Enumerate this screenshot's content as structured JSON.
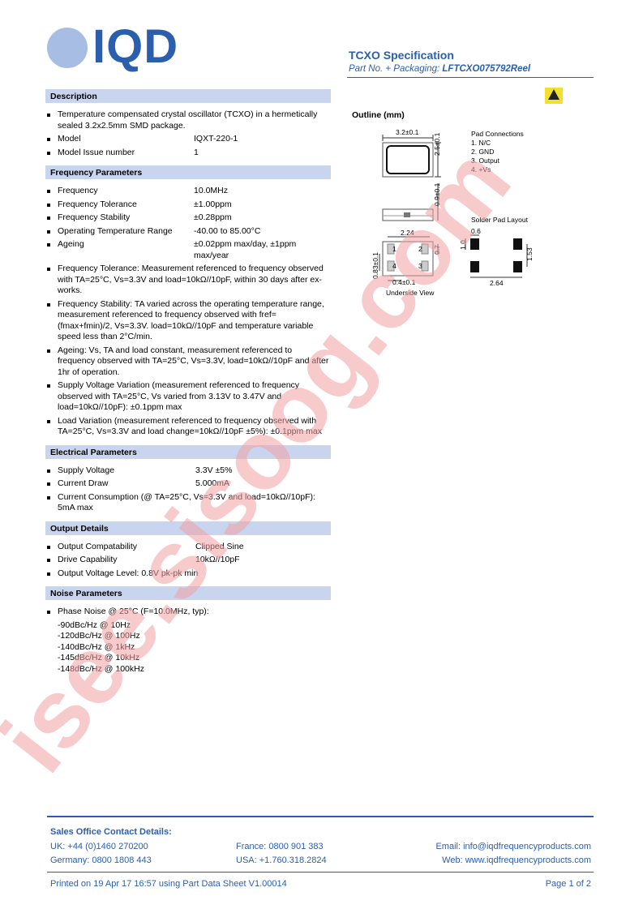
{
  "logo": {
    "text": "IQD"
  },
  "header": {
    "title": "TCXO Specification",
    "part_label": "Part No. + Packaging: ",
    "part_number": "LFTCXO075792Reel"
  },
  "sections": {
    "description": {
      "title": "Description",
      "text": "Temperature compensated crystal oscillator (TCXO) in a hermetically sealed 3.2x2.5mm SMD package.",
      "rows": [
        {
          "k": "Model",
          "v": "IQXT-220-1"
        },
        {
          "k": "Model Issue number",
          "v": "1"
        }
      ]
    },
    "frequency": {
      "title": "Frequency Parameters",
      "rows": [
        {
          "k": "Frequency",
          "v": "10.0MHz"
        },
        {
          "k": "Frequency Tolerance",
          "v": "±1.00ppm"
        },
        {
          "k": "Frequency Stability",
          "v": "±0.28ppm"
        },
        {
          "k": "Operating Temperature Range",
          "v": "-40.00 to 85.00°C"
        },
        {
          "k": "Ageing",
          "v": "±0.02ppm max/day, ±1ppm max/year"
        }
      ],
      "notes": [
        "Frequency Tolerance: Measurement referenced to frequency observed with TA=25°C, Vs=3.3V and load=10kΩ//10pF, within 30 days after ex-works.",
        "Frequency Stability: TA varied across the operating temperature range, measurement referenced to frequency observed with fref=(fmax+fmin)/2, Vs=3.3V. load=10kΩ//10pF and temperature variable speed less than 2°C/min.",
        "Ageing: Vs, TA and load constant, measurement referenced to frequency observed with TA=25°C, Vs=3.3V, load=10kΩ//10pF and after 1hr of operation.",
        "Supply Voltage Variation (measurement referenced to frequency observed with TA=25°C, Vs varied from 3.13V to 3.47V and load=10kΩ//10pF): ±0.1ppm max",
        "Load Variation (measurement referenced to frequency observed with TA=25°C, Vs=3.3V and load change=10kΩ//10pF ±5%): ±0.1ppm max"
      ]
    },
    "electrical": {
      "title": "Electrical Parameters",
      "rows": [
        {
          "k": "Supply Voltage",
          "v": "3.3V ±5%"
        },
        {
          "k": "Current Draw",
          "v": "5.000mA"
        }
      ],
      "note": "Current Consumption (@ TA=25°C, Vs=3.3V and load=10kΩ//10pF): 5mA max"
    },
    "output": {
      "title": "Output Details",
      "rows": [
        {
          "k": "Output Compatability",
          "v": "Clipped Sine"
        },
        {
          "k": "Drive Capability",
          "v": "10kΩ//10pF"
        }
      ],
      "note": "Output Voltage Level: 0.8V pk-pk min"
    },
    "noise": {
      "title": "Noise Parameters",
      "head": "Phase Noise @ 25°C (F=10.0MHz, typ):",
      "lines": [
        "-90dBc/Hz @ 10Hz",
        "-120dBc/Hz @ 100Hz",
        "-140dBc/Hz @ 1kHz",
        "-145dBc/Hz @ 10kHz",
        "-148dBc/Hz @ 100kHz"
      ]
    }
  },
  "outline": {
    "title": "Outline (mm)",
    "dims": {
      "width": "3.2±0.1",
      "height": "2.5±0.1",
      "thickness": "0.9±0.1",
      "pad_span": "2.24",
      "pad_h": "0.7",
      "pad_vspan": "0.83±0.1",
      "pad_w": "0.4±0.1",
      "solder_w": "0.6",
      "solder_h": "1.0",
      "solder_vspan": "1.53",
      "solder_span": "2.64"
    },
    "pins": [
      "1",
      "2",
      "3",
      "4"
    ],
    "pad_connections": {
      "title": "Pad Connections",
      "items": [
        "1. N/C",
        "2. GND",
        "3. Output",
        "4. +Vs"
      ]
    },
    "solder_label": "Solder Pad Layout",
    "underside_label": "Underside View"
  },
  "footer": {
    "contact_title": "Sales Office Contact Details:",
    "uk": "UK: +44 (0)1460 270200",
    "germany": "Germany: 0800 1808 443",
    "france": "France: 0800 901 383",
    "usa": "USA: +1.760.318.2824",
    "email": "Email: info@iqdfrequencyproducts.com",
    "web": "Web: www.iqdfrequencyproducts.com",
    "printed": "Printed on 19 Apr 17 16:57 using Part Data Sheet V1.00014",
    "page": "Page 1 of 2"
  },
  "watermark": {
    "text": "isee.sisoog.com",
    "color": "#f2a0a4"
  }
}
